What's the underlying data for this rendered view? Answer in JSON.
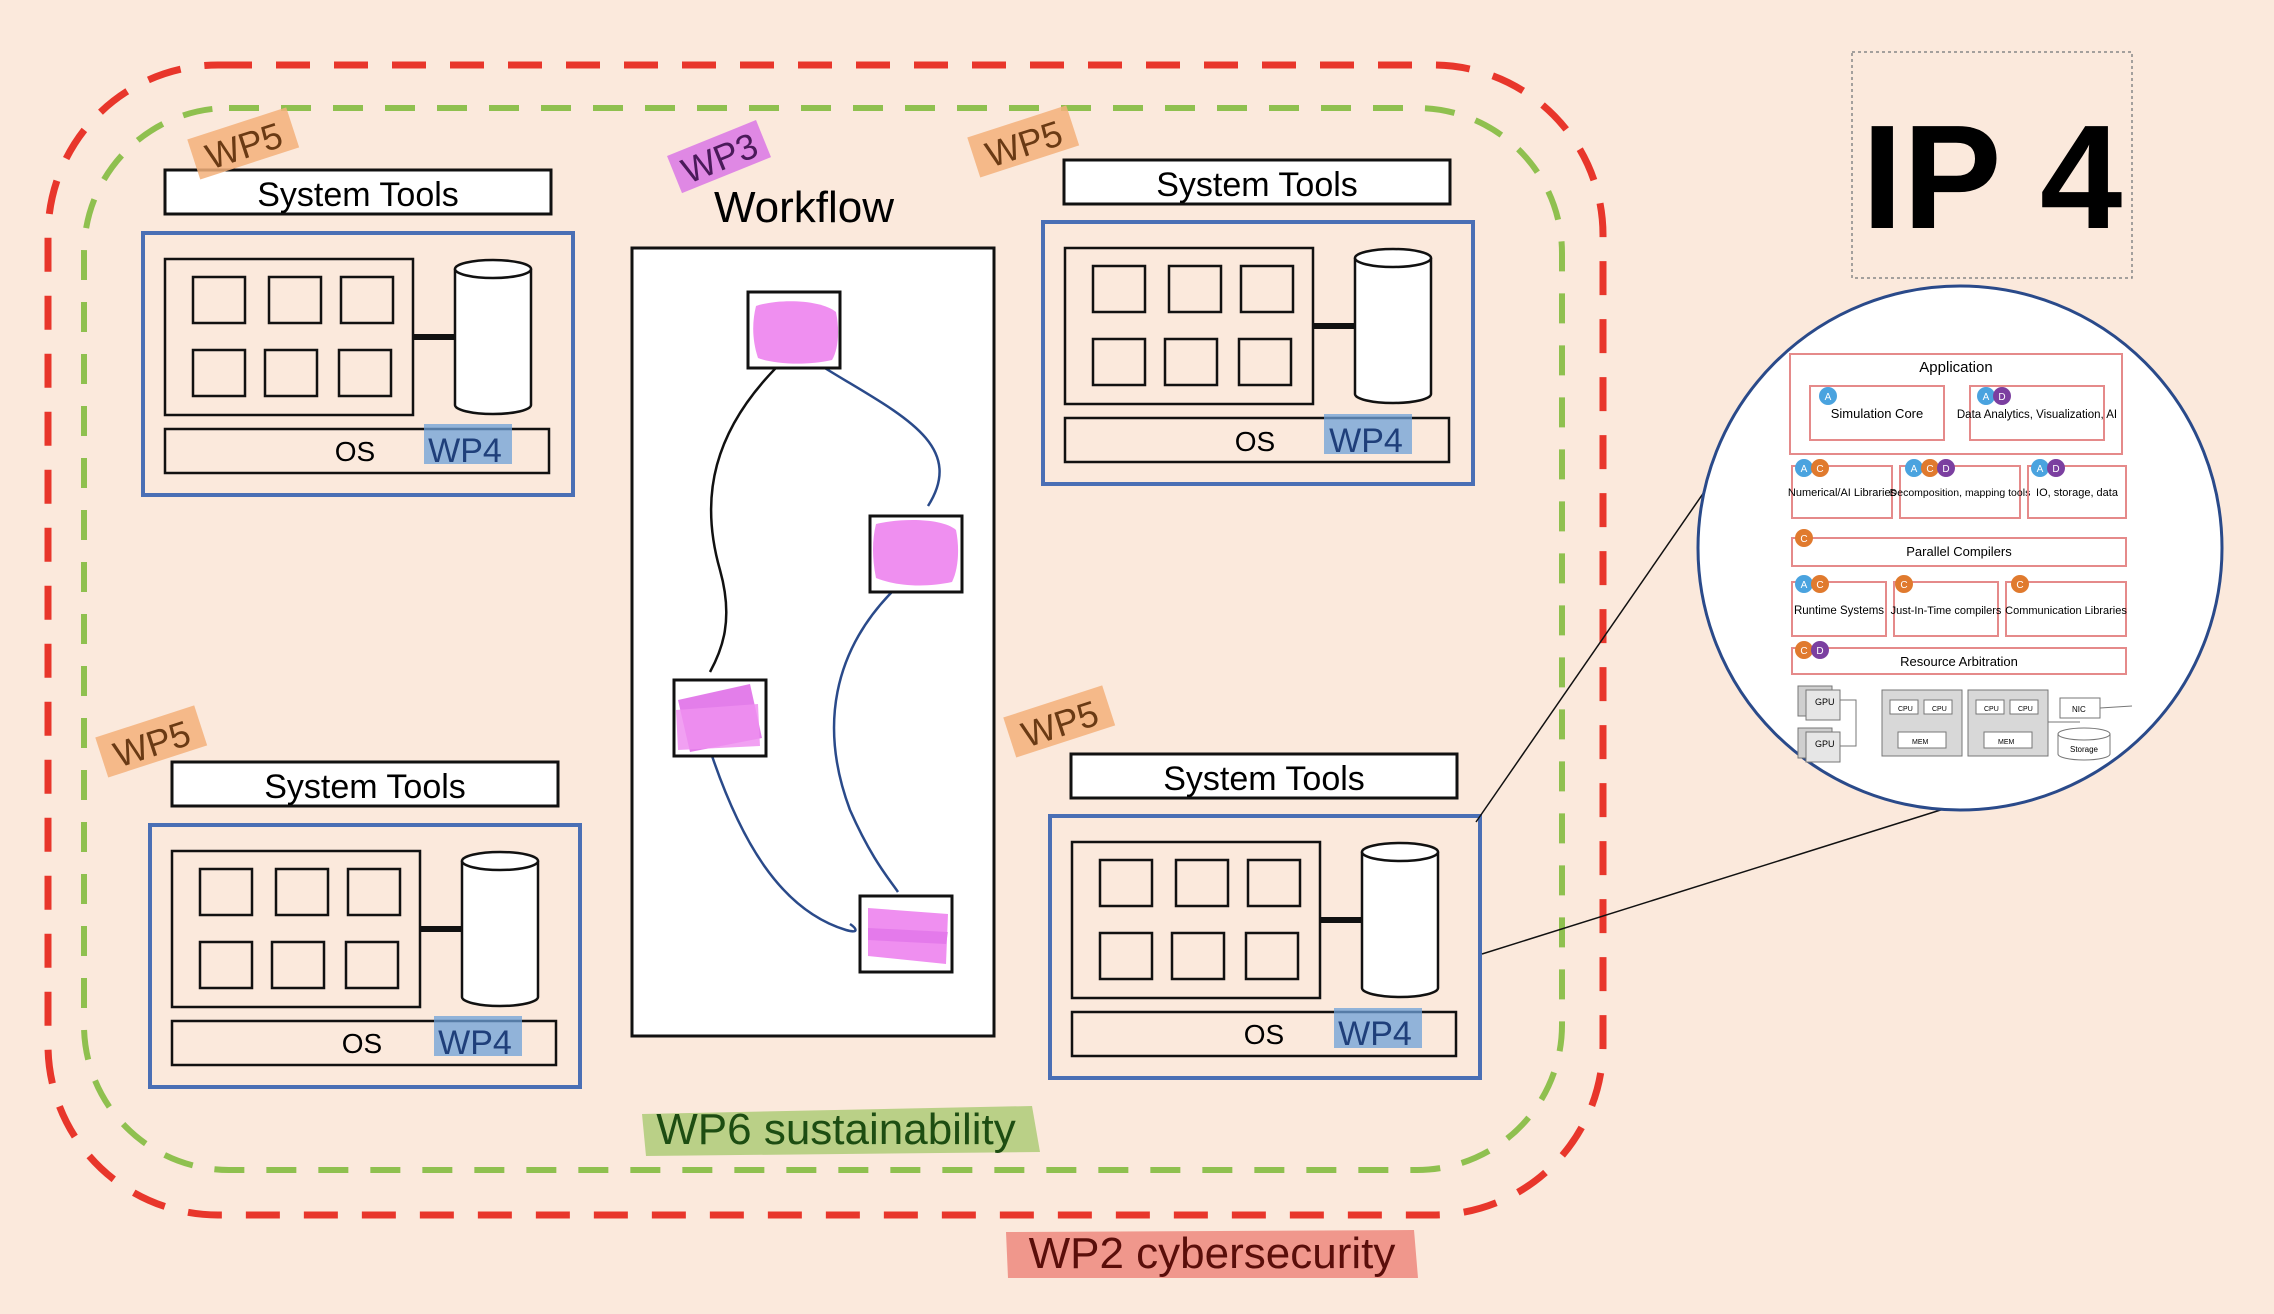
{
  "title": "IP 4",
  "workflow": {
    "label": "Workflow",
    "wp_tag": "WP3"
  },
  "clusters": [
    {
      "tools_label": "System Tools",
      "os_label": "OS",
      "wp4_tag": "WP4",
      "wp5_tag": "WP5"
    },
    {
      "tools_label": "System Tools",
      "os_label": "OS",
      "wp4_tag": "WP4",
      "wp5_tag": "WP5"
    },
    {
      "tools_label": "System Tools",
      "os_label": "OS",
      "wp4_tag": "WP4",
      "wp5_tag": "WP5"
    },
    {
      "tools_label": "System Tools",
      "os_label": "OS",
      "wp4_tag": "WP4",
      "wp5_tag": "WP5"
    }
  ],
  "boundaries": {
    "inner": {
      "label": "WP6 sustainability",
      "color": "#8fc04f"
    },
    "outer": {
      "label": "WP2 cybersecurity",
      "color": "#e8362b"
    }
  },
  "stack": {
    "application": "Application",
    "simulation_core": "Simulation Core",
    "data_analytics": "Data Analytics, Visualization, AI",
    "numerical": "Numerical/AI Libraries",
    "decomposition": "Decomposition, mapping tools",
    "io": "IO, storage, data",
    "parallel_compilers": "Parallel Compilers",
    "runtime": "Runtime Systems",
    "jit": "Just-In-Time compilers",
    "communication": "Communication Libraries",
    "resource_arbitration": "Resource Arbitration",
    "hw": {
      "gpu": "GPU",
      "cpu": "CPU",
      "mem": "MEM",
      "nic": "NIC",
      "storage": "Storage"
    },
    "badges": {
      "a": "A",
      "c": "C",
      "d": "D"
    }
  },
  "colors": {
    "cluster_border": "#4a6fb5",
    "workflow_pink": "#ef8ff0",
    "badge_a": "#4aa3df",
    "badge_c": "#e07a2e",
    "badge_d": "#7b3fa0",
    "stack_border": "#e58a8a",
    "wp5_highlight": "#f3b07a",
    "wp4_highlight": "#6ea0d8",
    "wp3_highlight": "#d86fe6"
  }
}
